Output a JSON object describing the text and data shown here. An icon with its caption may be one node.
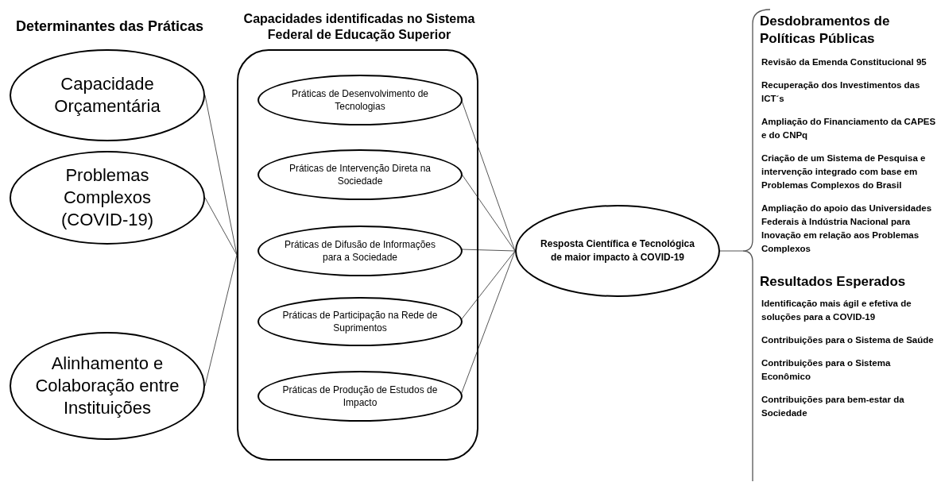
{
  "diagram": {
    "nodes": [
      {
        "text": [
          "Capacidade Orçamentária"
        ]
      },
      {
        "text": [
          "Problemas Complexos (COVID-19)"
        ]
      },
      {
        "text": [
          "Alinhamento e Colaboração entre Instituições"
        ]
      },
      {
        "text": [
          "Capacidades identificadas no Sistema Federal de Educação Superior"
        ]
      },
      {
        "text": [
          "Práticas de Desenvolvimento de Tecnologias"
        ],
        "in": 3
      },
      {
        "text": [
          "Práticas de Intervenção Direta na Sociedade"
        ],
        "in": 3
      },
      {
        "text": [
          "Práticas de Difusão de Informações para a Sociedade"
        ],
        "in": 3
      },
      {
        "text": [
          "Práticas de Participação na Rede de Suprimentos"
        ],
        "in": 3
      },
      {
        "text": [
          "Práticas de Produção de Estudos de Impacto"
        ],
        "in": 3
      },
      {
        "text": [
          "Resposta Científica e Tecnológica de maior impacto à COVID-19"
        ]
      },
      {
        "text": [],
        "shape": "brace"
      }
    ],
    "edges": [
      {
        "from": 0,
        "to": 3,
        "arrow": "none"
      },
      {
        "from": 1,
        "to": 3,
        "arrow": "none"
      },
      {
        "from": 2,
        "to": 3,
        "arrow": "none"
      },
      {
        "from": 4,
        "to": 9,
        "arrow": "none"
      },
      {
        "from": 5,
        "to": 9,
        "arrow": "none"
      },
      {
        "from": 6,
        "to": 9,
        "arrow": "none"
      },
      {
        "from": 7,
        "to": 9,
        "arrow": "none"
      },
      {
        "from": 8,
        "to": 9,
        "arrow": "none"
      },
      {
        "from": 9,
        "to": 10,
        "arrow": "none"
      }
    ],
    "labels": [
      "Determinantes das Práticas",
      "Desdobramentos de Políticas Públicas",
      "Revisão da Emenda Constitucional 95",
      "Recuperação dos Investimentos das ICT´s",
      "Ampliação do Financiamento da CAPES e do CNPq",
      "Criação de um Sistema de Pesquisa e intervenção integrado com base em Problemas Complexos do Brasil",
      "Ampliação do apoio das Universidades Federais à Indústria Nacional para Inovação em relação aos Problemas Complexos",
      "Resultados Esperados",
      "Identificação mais ágil e efetiva de soluções para a COVID-19",
      "Contribuições para o Sistema de Saúde",
      "Contribuições para o Sistema Econômico",
      "Contribuições para bem-estar da Sociedade"
    ]
  }
}
